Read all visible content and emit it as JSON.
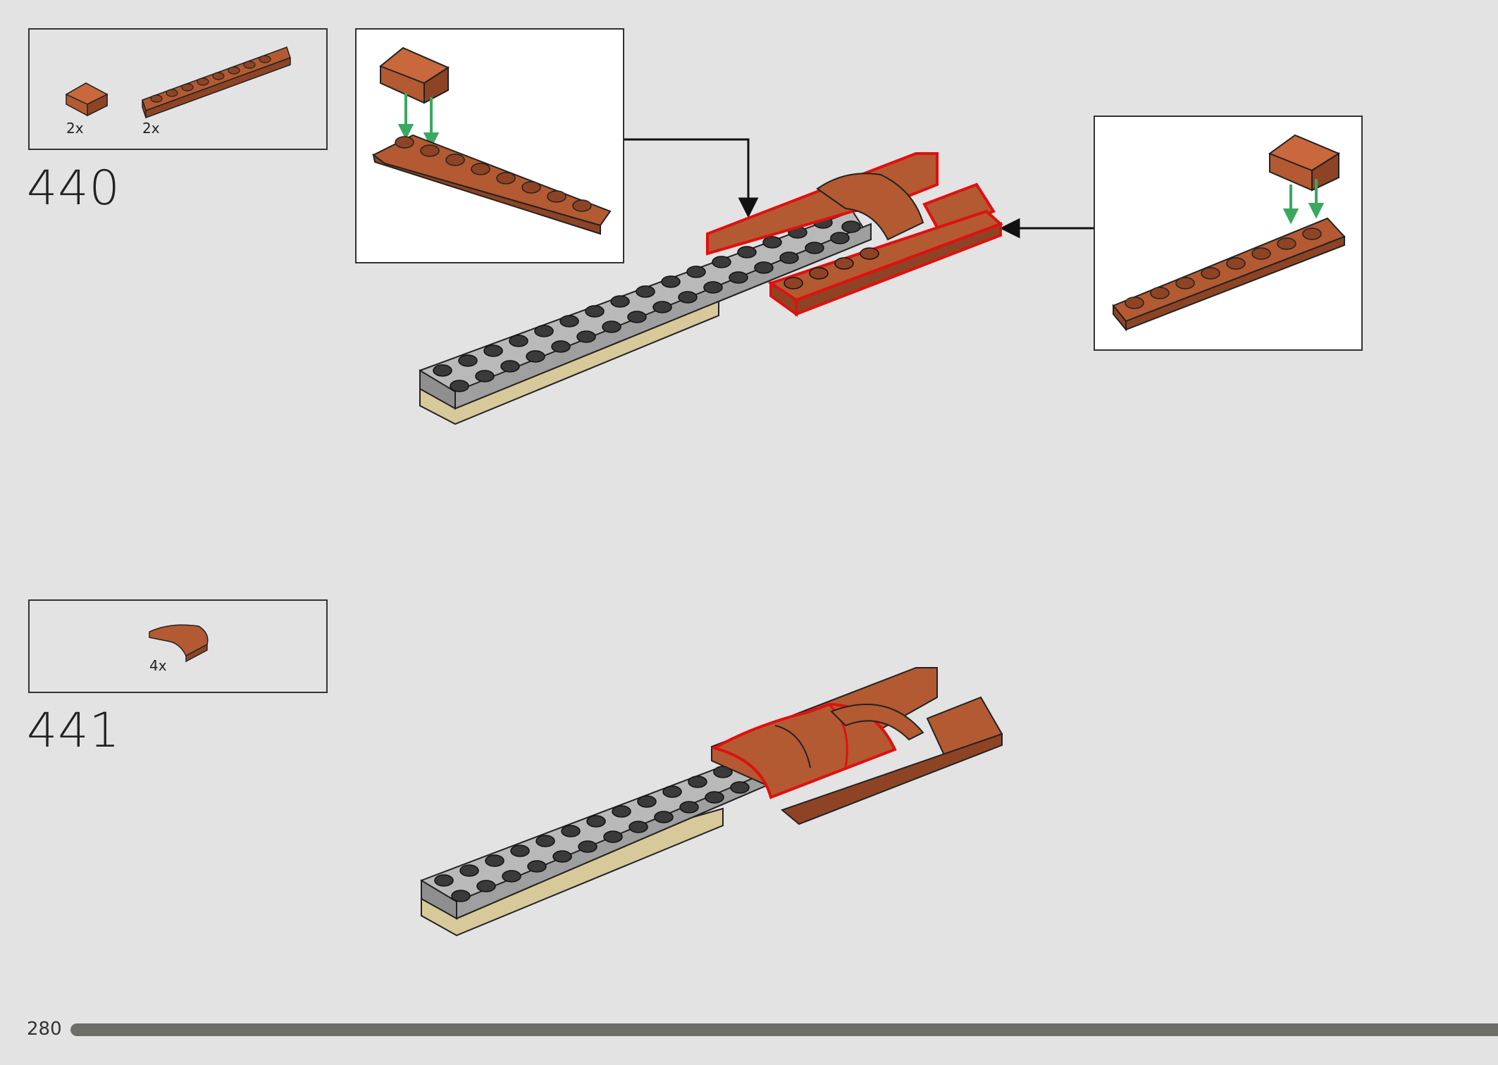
{
  "page": {
    "number": "280",
    "progress_fraction": 1.0
  },
  "steps": [
    {
      "number": "440",
      "parts": [
        {
          "icon": "slope-piece-icon",
          "qty": "2x",
          "color": "#b35a32"
        },
        {
          "icon": "plate-1x8-rail-icon",
          "qty": "2x",
          "color": "#b35a32"
        }
      ]
    },
    {
      "number": "441",
      "parts": [
        {
          "icon": "curved-tile-icon",
          "qty": "4x",
          "color": "#b35a32"
        }
      ]
    }
  ],
  "colors": {
    "brick_brown": "#b35a32",
    "brick_brown_dark": "#8e4424",
    "plate_grey": "#b9b9b9",
    "tan": "#d8c99a",
    "highlight": "#e01010",
    "arrow_green": "#3aa860",
    "stud_dark": "#3a3a3a"
  }
}
